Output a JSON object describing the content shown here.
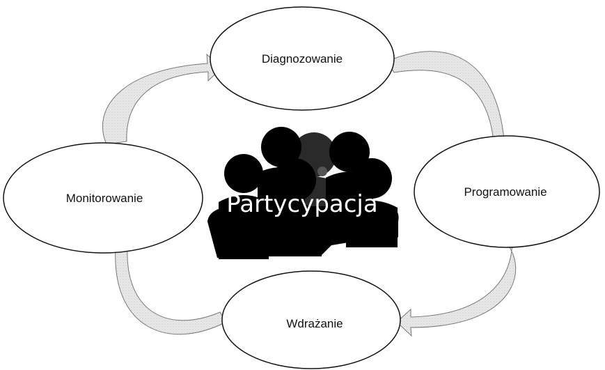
{
  "diagram": {
    "center_label": "Partycypacja",
    "stages": [
      {
        "label": "Diagnozowanie"
      },
      {
        "label": "Programowanie"
      },
      {
        "label": "Wdrażanie"
      },
      {
        "label": "Monitorowanie"
      }
    ],
    "arrow_fill": "#e6e6e6",
    "figure_fill": "#000000"
  }
}
